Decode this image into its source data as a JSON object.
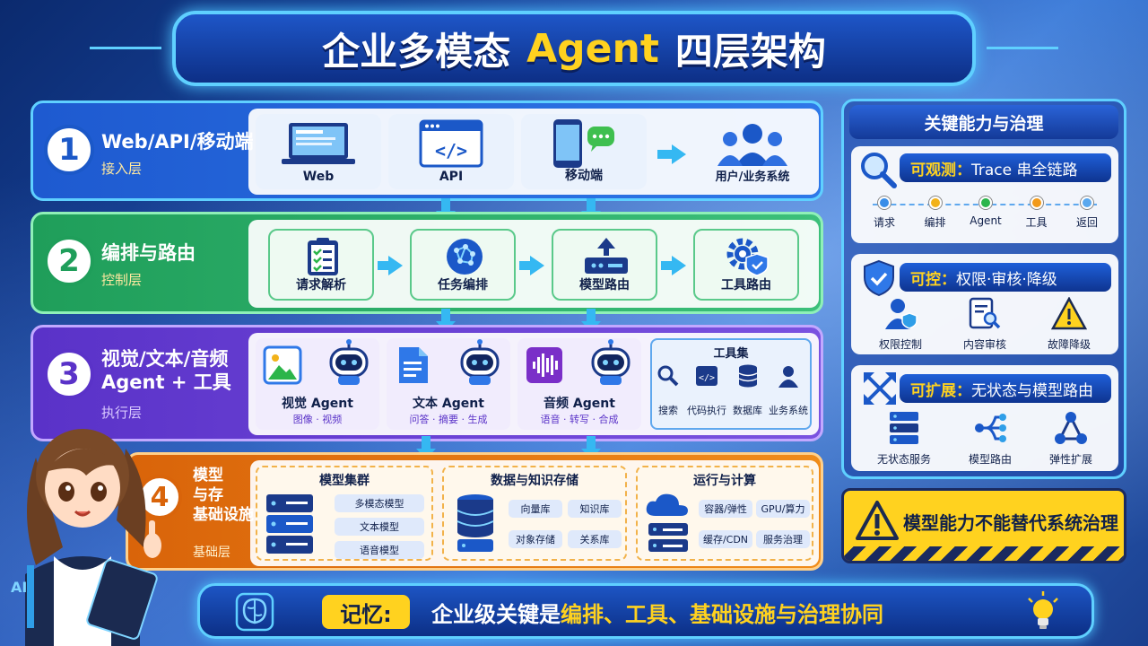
{
  "title": {
    "part1": "企业多模态",
    "part2": "Agent",
    "part3": "四层架构"
  },
  "layers": [
    {
      "num": "1",
      "title": "Web/API/移动端",
      "subtitle": "接入层",
      "items": [
        "Web",
        "API",
        "移动端",
        "用户/业务系统"
      ]
    },
    {
      "num": "2",
      "title": "编排与路由",
      "subtitle": "控制层",
      "items": [
        "请求解析",
        "任务编排",
        "模型路由",
        "工具路由"
      ]
    },
    {
      "num": "3",
      "title_line1": "视觉/文本/音频",
      "title_line2": "Agent + 工具",
      "subtitle": "执行层",
      "agents": [
        {
          "name": "视觉 Agent",
          "desc": "图像 · 视频"
        },
        {
          "name": "文本 Agent",
          "desc": "问答 · 摘要 · 生成"
        },
        {
          "name": "音频 Agent",
          "desc": "语音 · 转写 · 合成"
        }
      ],
      "toolset": {
        "title": "工具集",
        "items": [
          "搜索",
          "代码执行",
          "数据库",
          "业务系统"
        ]
      }
    },
    {
      "num": "4",
      "title_line1": "模型",
      "title_line2": "与存",
      "title_line3": "基础设施",
      "subtitle": "基础层",
      "groups": [
        {
          "title": "模型集群",
          "items": [
            "多模态模型",
            "文本模型",
            "语音模型"
          ]
        },
        {
          "title": "数据与知识存储",
          "items": [
            "向量库",
            "知识库",
            "对象存储",
            "关系库"
          ]
        },
        {
          "title": "运行与计算",
          "items": [
            "容器/弹性",
            "GPU/算力",
            "缓存/CDN",
            "服务治理"
          ]
        }
      ]
    }
  ],
  "governance": {
    "title": "关键能力与治理",
    "observe": {
      "tag_strong": "可观测：",
      "tag_rest": "Trace 串全链路",
      "steps": [
        "请求",
        "编排",
        "Agent",
        "工具",
        "返回"
      ],
      "colors": [
        "#3a8ee8",
        "#f2b21a",
        "#2cb54a",
        "#f29a1a",
        "#5aa8ee"
      ]
    },
    "control": {
      "tag_strong": "可控：",
      "tag_rest": "权限·审核·降级",
      "items": [
        "权限控制",
        "内容审核",
        "故障降级"
      ]
    },
    "scale": {
      "tag_strong": "可扩展：",
      "tag_rest": "无状态与模型路由",
      "items": [
        "无状态服务",
        "模型路由",
        "弹性扩展"
      ]
    }
  },
  "warning": "模型能力不能替代系统治理",
  "memory": {
    "label": "记忆:",
    "text_a": "企业级关键是",
    "text_b": "编排、工具、基础设施与治理协同"
  },
  "mascot_badge": "AI",
  "colors": {
    "layer1": "#1b58c8",
    "layer2": "#1f9e5a",
    "layer3": "#6a3fd0",
    "layer4": "#e57a10",
    "accent": "#ffd21f",
    "cyan": "#5fd0ff"
  }
}
